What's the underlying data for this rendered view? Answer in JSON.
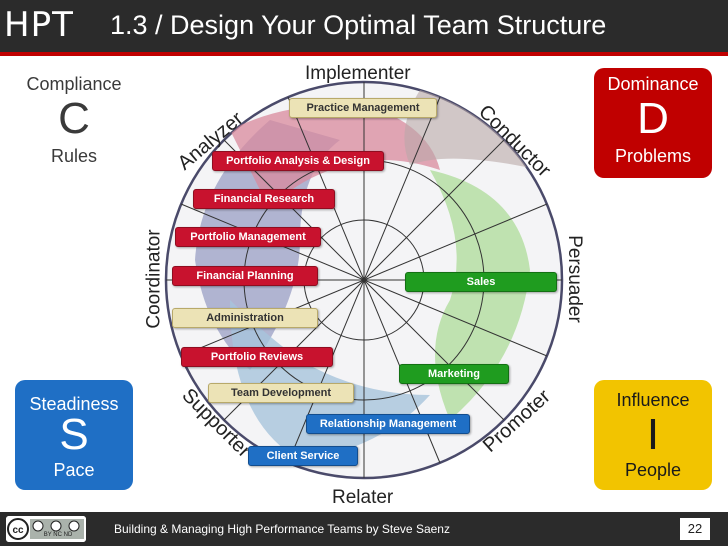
{
  "header": {
    "logo": "HPT",
    "title": "1.3 / Design Your Optimal Team Structure"
  },
  "disc": {
    "compliance": {
      "word": "Compliance",
      "letter": "C",
      "sub": "Rules"
    },
    "dominance": {
      "word": "Dominance",
      "letter": "D",
      "sub": "Problems"
    },
    "steadiness": {
      "word": "Steadiness",
      "letter": "S",
      "sub": "Pace"
    },
    "influence": {
      "word": "Influence",
      "letter": "I",
      "sub": "People"
    }
  },
  "axes": {
    "top": "Implementer",
    "bottom": "Relater",
    "left": "Coordinator",
    "right": "Persuader"
  },
  "roles": {
    "analyzer": "Analyzer",
    "conductor": "Conductor",
    "supporter": "Supporter",
    "promoter": "Promoter"
  },
  "activities": {
    "practice_management": "Practice Management",
    "portfolio_analysis": "Portfolio Analysis & Design",
    "financial_research": "Financial Research",
    "portfolio_management": "Portfolio Management",
    "financial_planning": "Financial Planning",
    "sales": "Sales",
    "administration": "Administration",
    "portfolio_reviews": "Portfolio Reviews",
    "marketing": "Marketing",
    "team_development": "Team Development",
    "relationship_management": "Relationship Management",
    "client_service": "Client Service"
  },
  "footer": {
    "text": "Building & Managing High Performance Teams by Steve Saenz",
    "page": "22",
    "license": "BY NC ND"
  },
  "colors": {
    "red": "#c00000",
    "blue": "#1f6fc5",
    "yellow": "#f2c400",
    "green": "#1f9c1f",
    "tan": "#ece3b6"
  }
}
